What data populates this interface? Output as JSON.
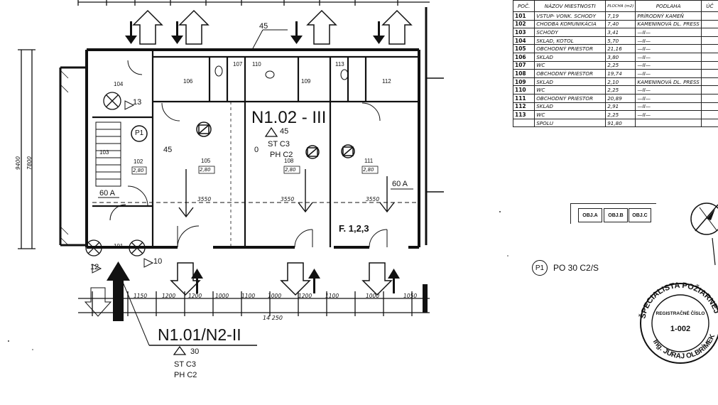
{
  "title_main": "N1.02 - III",
  "title_main_sub": [
    "45",
    "ST C3",
    "PH C2"
  ],
  "title_lower": "N1.01/N2-II",
  "title_lower_sub": [
    "30",
    "ST C3",
    "PH C2"
  ],
  "fields_label": "F. 1,2,3",
  "label_60a_left": "60 A",
  "label_60a_right": "60 A",
  "label_p1": "P1",
  "label_12": "12",
  "label_13": "13",
  "label_10": "10",
  "label_45_top": "45",
  "label_45_left": "45",
  "label_0": "0",
  "room_numbers": [
    "101",
    "102",
    "103",
    "104",
    "105",
    "106",
    "107",
    "108",
    "109",
    "110",
    "111",
    "112",
    "113"
  ],
  "room_areas": {
    "102": "2,80",
    "105": "2,80",
    "108": "2,80",
    "111": "2,80"
  },
  "dimension_bottom": [
    "1150",
    "1200",
    "1200",
    "1000",
    "1100",
    "1000",
    "1200",
    "1100",
    "1000",
    "1050"
  ],
  "dimension_total": "14 250",
  "dimension_inner": [
    "3550",
    "3550",
    "3550"
  ],
  "dimension_left": [
    "9400",
    "7800"
  ],
  "table": {
    "headers": [
      "POČ.",
      "NÁZOV MIESTNOSTI",
      "PLOCHA (m2)",
      "PODLAHA",
      "ÚČ"
    ],
    "rows": [
      {
        "num": "101",
        "name": "VSTUP- VONK. SCHODY",
        "area": "7,19",
        "floor": "PRÍRODNÝ KAMEŇ"
      },
      {
        "num": "102",
        "name": "CHODBA KOMUNIKÁCIA",
        "area": "7,40",
        "floor": "KAMENINOVÁ DL. PRESS"
      },
      {
        "num": "103",
        "name": "SCHODY",
        "area": "3,41",
        "floor": "—II—"
      },
      {
        "num": "104",
        "name": "SKLAD, KOTOL",
        "area": "5,70",
        "floor": "—II—"
      },
      {
        "num": "105",
        "name": "OBCHODNÝ PRIESTOR",
        "area": "21,16",
        "floor": "—II—"
      },
      {
        "num": "106",
        "name": "SKLAD",
        "area": "3,80",
        "floor": "—II—"
      },
      {
        "num": "107",
        "name": "WC",
        "area": "2,25",
        "floor": "—II—"
      },
      {
        "num": "108",
        "name": "OBCHODNÝ PRIESTOR",
        "area": "19,74",
        "floor": "—II—"
      },
      {
        "num": "109",
        "name": "SKLAD",
        "area": "2,10",
        "floor": "KAMENINOVÁ DL. PRESS"
      },
      {
        "num": "110",
        "name": "WC",
        "area": "2,25",
        "floor": "—II—"
      },
      {
        "num": "111",
        "name": "OBCHODNÝ PRIESTOR",
        "area": "20,89",
        "floor": "—II—"
      },
      {
        "num": "112",
        "name": "SKLAD",
        "area": "2,91",
        "floor": "—II—"
      },
      {
        "num": "113",
        "name": "WC",
        "area": "2,25",
        "floor": "—II—"
      },
      {
        "num": "",
        "name": "SPOLU",
        "area": "91,80",
        "floor": ""
      }
    ]
  },
  "objects": [
    "OBJ.A",
    "OBJ.B",
    "OBJ.C"
  ],
  "legend": {
    "symbol": "P1",
    "text": "PO 30 C2/S"
  },
  "stamp": {
    "outer_text": "ŠPECIALISTA POŽIARNEJ",
    "bottom_text": "Ing. JURAJ OLBRÍMEK, CSc.",
    "center_label": "REGISTRAČNÉ ČÍSLO",
    "number": "1-002"
  },
  "colors": {
    "ink": "#111111",
    "paper": "#ffffff"
  }
}
